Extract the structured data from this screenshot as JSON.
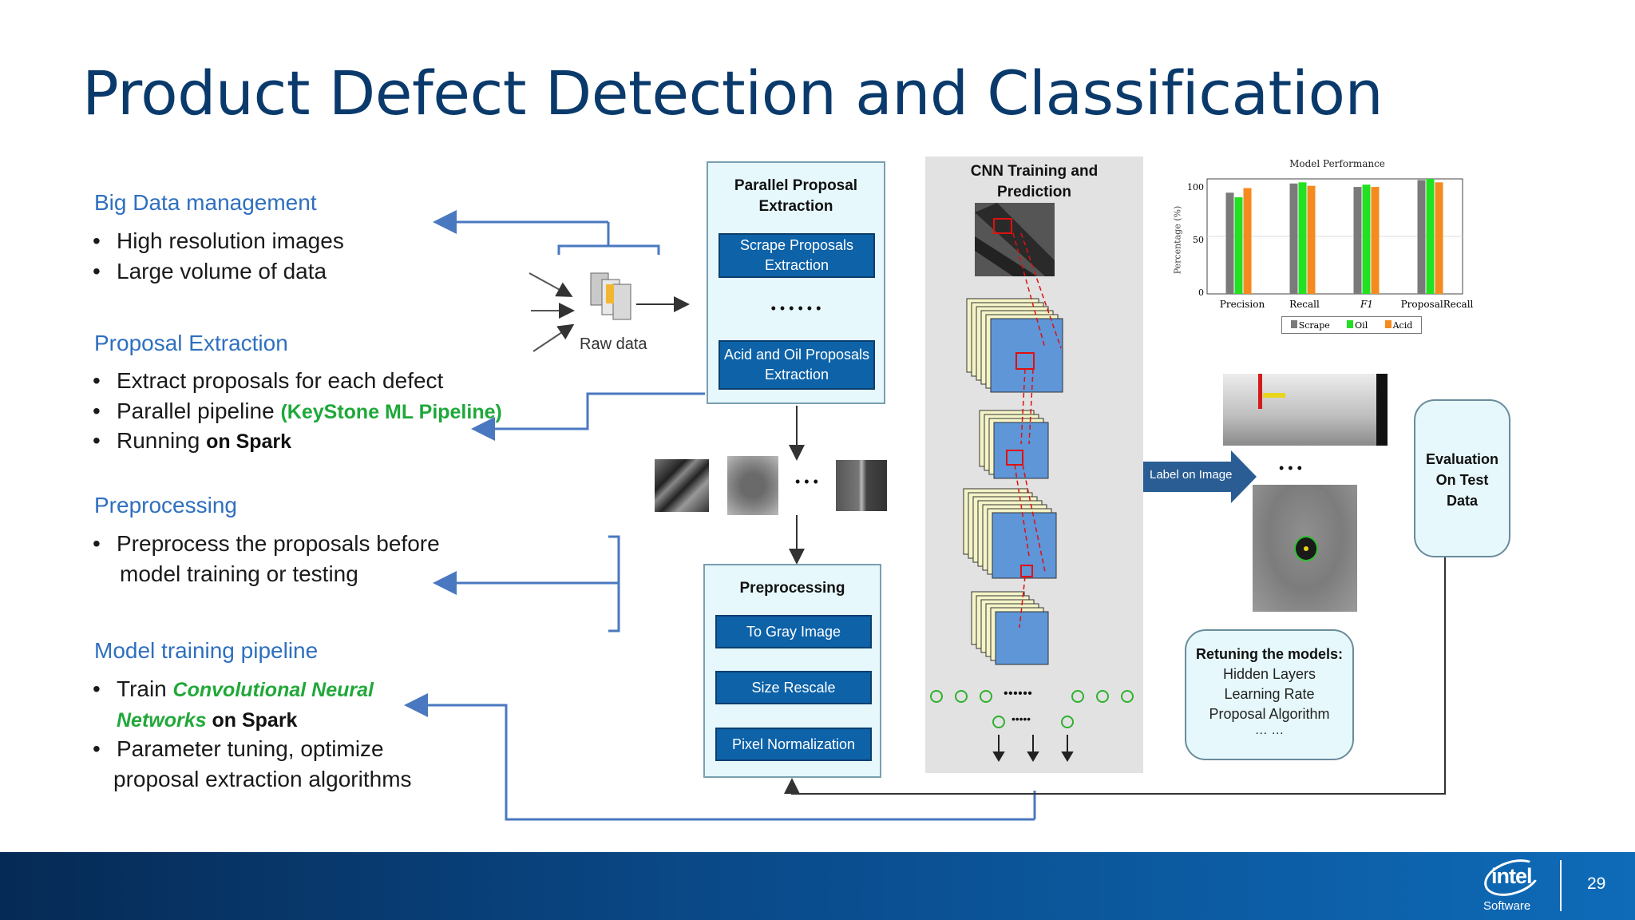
{
  "slide": {
    "title": "Product Defect Detection and Classification",
    "page_number": "29"
  },
  "left": {
    "big_data": {
      "heading": "Big Data management",
      "bullets": [
        "High resolution images",
        "Large volume of data"
      ]
    },
    "proposal": {
      "heading": "Proposal Extraction",
      "b1": "Extract proposals for each defect",
      "b2_text": "Parallel pipeline ",
      "b2_green": "(KeyStone ML Pipeline)",
      "b3_text": "Running ",
      "b3_bold": "on Spark"
    },
    "preprocessing": {
      "heading": "Preprocessing",
      "line1": "Preprocess the proposals before",
      "line2": "model training or testing"
    },
    "model": {
      "heading": "Model training pipeline",
      "b1_text": "Train ",
      "b1_green": "Convolutional Neural",
      "b1_green2": "Networks",
      "b1_bold": " on Spark",
      "b2_line1": "Parameter tuning, optimize",
      "b2_line2": "proposal extraction algorithms"
    }
  },
  "diagram": {
    "raw_data_label": "Raw data",
    "parallel_panel": {
      "heading": "Parallel Proposal Extraction",
      "box1": "Scrape Proposals Extraction",
      "dots": "• • • • • •",
      "box2": "Acid and Oil Proposals Extraction"
    },
    "ellipsis": "• • •",
    "preprocessing_panel": {
      "heading": "Preprocessing",
      "box1": "To Gray Image",
      "box2": "Size Rescale",
      "box3": "Pixel Normalization"
    },
    "cnn_panel": {
      "heading": "CNN Training and Prediction",
      "dots_row": "• • • • • •",
      "dots_row2": "• • • • •"
    },
    "label_arrow": "Label on Image",
    "evaluation": "Evaluation On Test Data",
    "retuning": {
      "heading": "Retuning the models:",
      "items": [
        "Hidden Layers",
        "Learning Rate",
        "Proposal Algorithm",
        "… …"
      ]
    }
  },
  "chart_data": {
    "type": "bar",
    "title": "Model Performance",
    "ylabel": "Percentage (%)",
    "categories": [
      "Precision",
      "Recall",
      "F1",
      "ProposalRecall"
    ],
    "ylim": [
      0,
      100
    ],
    "yticks": [
      "0",
      "50",
      "100"
    ],
    "series": [
      {
        "name": "Scrape",
        "values": [
          88,
          96,
          93,
          99
        ],
        "color": "#7a7a7a"
      },
      {
        "name": "Oil",
        "values": [
          84,
          97,
          95,
          100
        ],
        "color": "#22e022"
      },
      {
        "name": "Acid",
        "values": [
          92,
          94,
          93,
          97
        ],
        "color": "#f58a1f"
      }
    ],
    "legend": "bottom"
  },
  "brand": {
    "logo_text": "intel",
    "logo_sub": "Software"
  },
  "colors": {
    "title": "#0a3a6b",
    "section": "#2f6fbf",
    "box_blue": "#0d62a8",
    "green": "#1fa83a",
    "arrow_blue": "#4a78c0"
  }
}
